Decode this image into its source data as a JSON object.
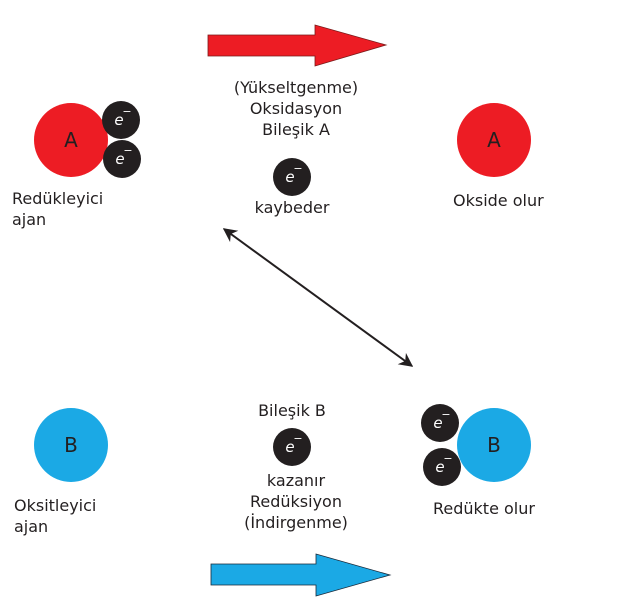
{
  "colors": {
    "compound_a": "#ed1c24",
    "compound_b": "#1ba9e5",
    "electron": "#231f20",
    "text": "#231f20"
  },
  "top": {
    "arrow_color": "#ed1c24",
    "process_lines": [
      "(Yükseltgenme)",
      "Oksidasyon",
      "Bileşik A"
    ],
    "action": "kaybeder",
    "left_compound": {
      "letter": "A",
      "electrons": 2,
      "label_lines": [
        "Redükleyici",
        "ajan"
      ]
    },
    "right_compound": {
      "letter": "A",
      "electrons": 0,
      "label": "Okside olur"
    }
  },
  "bottom": {
    "arrow_color": "#1ba9e5",
    "subject": "Bileşik B",
    "process_lines": [
      "kazanır",
      "Redüksiyon",
      "(İndirgenme)"
    ],
    "left_compound": {
      "letter": "B",
      "electrons": 0,
      "label_lines": [
        "Oksitleyici",
        "ajan"
      ]
    },
    "right_compound": {
      "letter": "B",
      "electrons": 2,
      "label": "Redükte olur"
    }
  },
  "electron_symbol": {
    "base": "e",
    "charge": "−"
  }
}
